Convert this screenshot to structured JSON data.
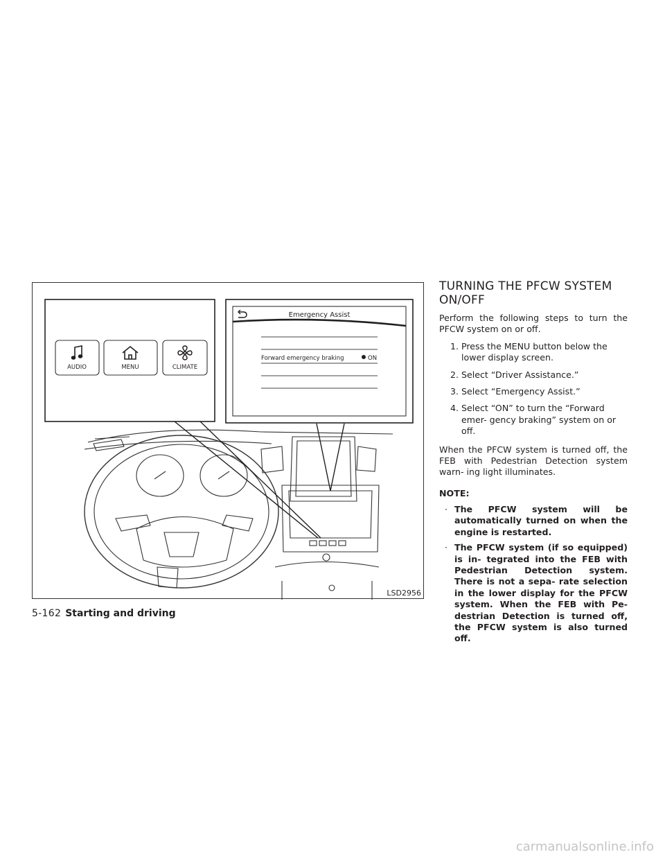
{
  "figure": {
    "code": "LSD2956",
    "buttons": [
      {
        "label": "AUDIO",
        "icon": "music-note-icon"
      },
      {
        "label": "MENU",
        "icon": "home-icon"
      },
      {
        "label": "CLIMATE",
        "icon": "fan-icon"
      }
    ],
    "screen": {
      "title": "Emergency Assist",
      "row_label": "Forward emergency braking",
      "row_value": "ON"
    }
  },
  "section": {
    "title_line1": "TURNING THE PFCW SYSTEM",
    "title_line2": "ON/OFF",
    "intro": "Perform the following steps to turn the PFCW system on or off.",
    "steps": [
      {
        "num": "1.",
        "text": "Press the MENU button below the lower display screen."
      },
      {
        "num": "2.",
        "text": "Select “Driver Assistance.”"
      },
      {
        "num": "3.",
        "text": "Select “Emergency Assist.”"
      },
      {
        "num": "4.",
        "text": "Select “ON” to turn the “Forward emer- gency braking” system on or off."
      }
    ],
    "after": "When the PFCW system is turned off, the FEB with Pedestrian Detection system warn- ing light illuminates.",
    "note_heading": "NOTE:",
    "notes": [
      "The PFCW system will be automatically turned on when the engine is restarted.",
      "The PFCW system (if so equipped) is in- tegrated into the FEB with Pedestrian Detection system. There is not a sepa- rate selection in the lower display for the PFCW system. When the FEB with Pe- destrian Detection is turned off, the PFCW system is also turned off."
    ]
  },
  "footer": {
    "page": "5-162",
    "chapter": "Starting and driving"
  },
  "watermark": "carmanualsonline.info"
}
